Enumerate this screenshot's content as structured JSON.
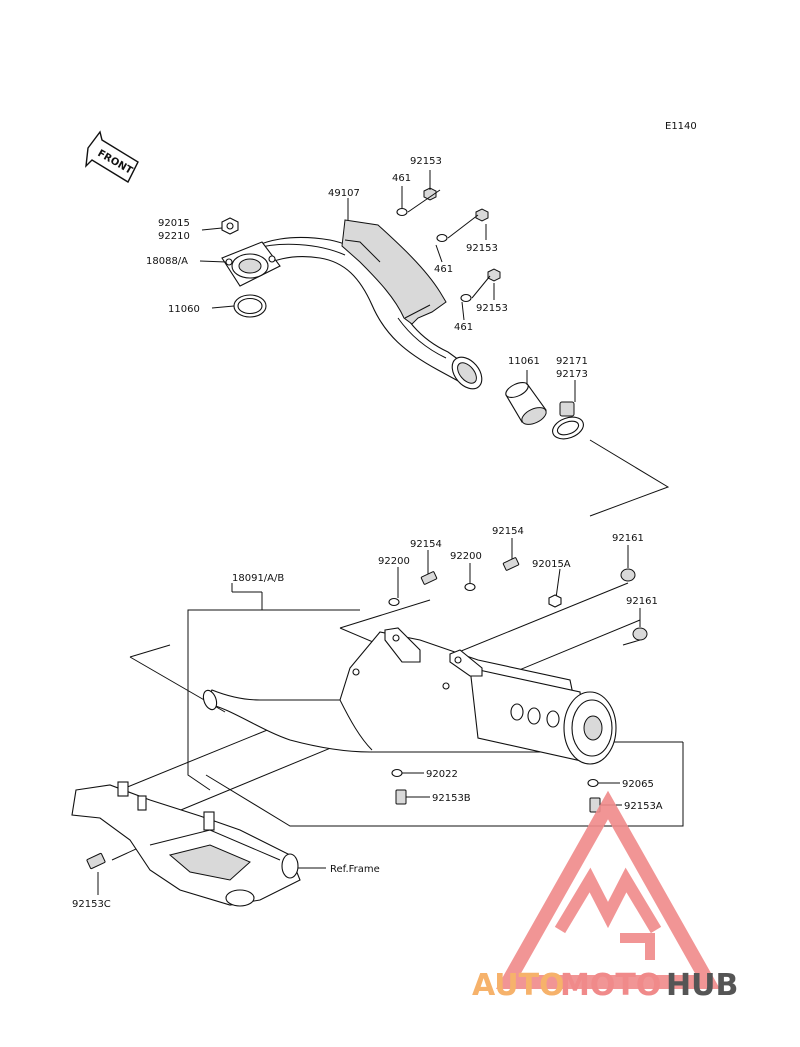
{
  "diagram_code": "E1140",
  "front_arrow_label": "FRONT",
  "labels": {
    "p92015": "92015",
    "p92210": "92210",
    "p18088A": "18088/A",
    "p11060": "11060",
    "p49107": "49107",
    "p461a": "461",
    "p461b": "461",
    "p461c": "461",
    "p92153a": "92153",
    "p92153b": "92153",
    "p92153c": "92153",
    "p11061": "11061",
    "p92171": "92171",
    "p92173": "92173",
    "p18091": "18091/A/B",
    "p92200a": "92200",
    "p92200b": "92200",
    "p92154a": "92154",
    "p92154b": "92154",
    "p92015A": "92015A",
    "p92161a": "92161",
    "p92161b": "92161",
    "p92022": "92022",
    "p92153B": "92153B",
    "p92065": "92065",
    "p92153A": "92153A",
    "p92153C": "92153C",
    "ref_frame": "Ref.Frame"
  },
  "watermark": {
    "brand_auto": "AUTO",
    "brand_moto": "MOTO",
    "brand_hub": "HUB",
    "color_primary": "#f08a8a",
    "color_secondary": "#f6b26b",
    "color_dark": "#555555"
  }
}
